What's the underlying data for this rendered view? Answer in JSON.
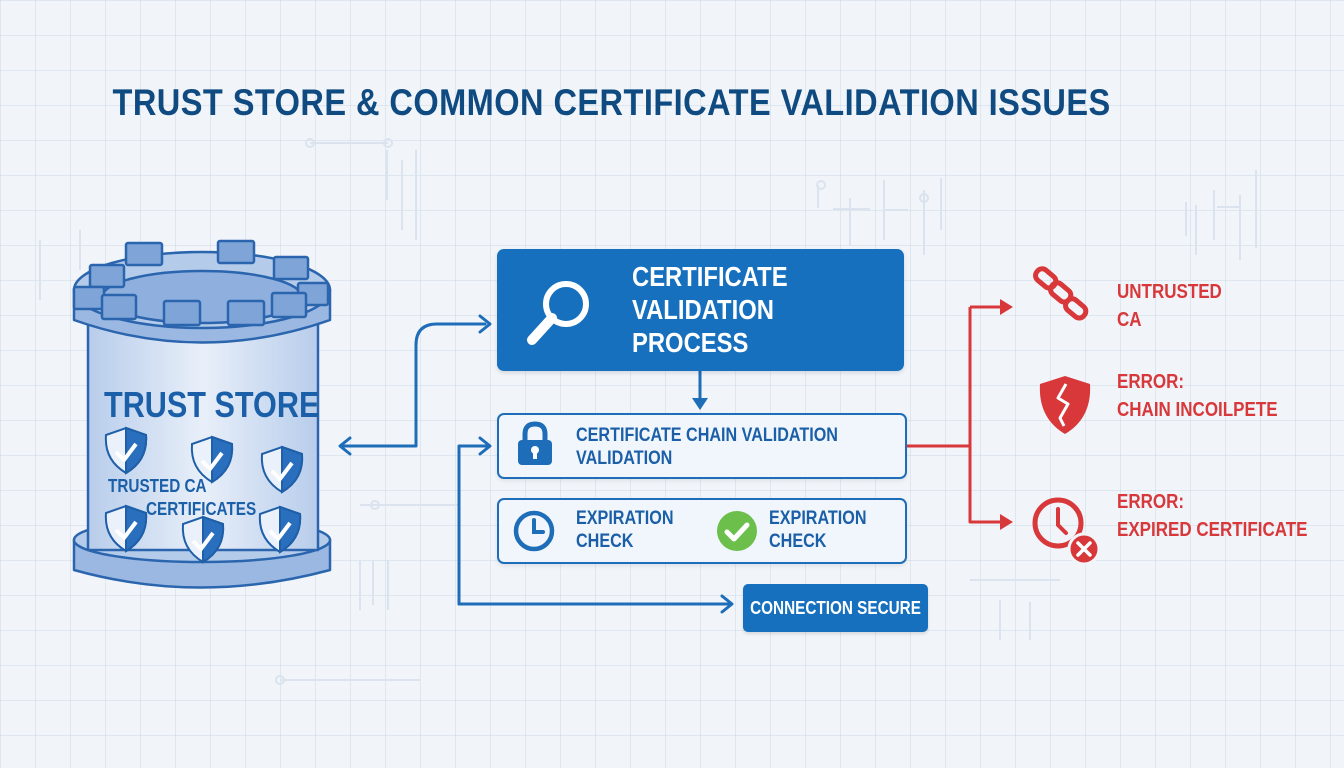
{
  "title": "TRUST STORE & COMMON CERTIFICATE VALIDATION ISSUES",
  "trust_store": {
    "label": "TRUST STORE",
    "sublabel_line1": "TRUSTED CA",
    "sublabel_line2": "CERTIFICATES",
    "icon": "castle-tower-icon",
    "shield_count": 6
  },
  "process": {
    "line1": "CERTIFICATE",
    "line2": "VALIDATION",
    "line3": "PROCESS",
    "icon": "magnifier-icon"
  },
  "chain_validation": {
    "line1": "CERTIFICATE CHAIN VALIDATION",
    "line2": "VALIDATION",
    "icon": "padlock-icon"
  },
  "expiration": {
    "left_line1": "EXPIRATION",
    "left_line2": "CHECK",
    "left_icon": "clock-icon",
    "right_line1": "EXPIRATION",
    "right_line2": "CHECK",
    "right_icon": "green-check-icon"
  },
  "connection_secure": "CONNECTION SECURE",
  "errors": [
    {
      "line1": "UNTRUSTED",
      "line2": "CA",
      "icon": "broken-chain-icon"
    },
    {
      "line1": "ERROR:",
      "line2": "CHAIN INCOILPETE",
      "icon": "broken-shield-icon"
    },
    {
      "line1": "ERROR:",
      "line2": "EXPIRED CERTIFICATE",
      "icon": "clock-error-icon"
    }
  ],
  "colors": {
    "primary_blue": "#1670be",
    "title_blue": "#0f4a80",
    "error_red": "#d8383a",
    "success_green": "#6cbf4a",
    "background": "#f1f5fa"
  }
}
